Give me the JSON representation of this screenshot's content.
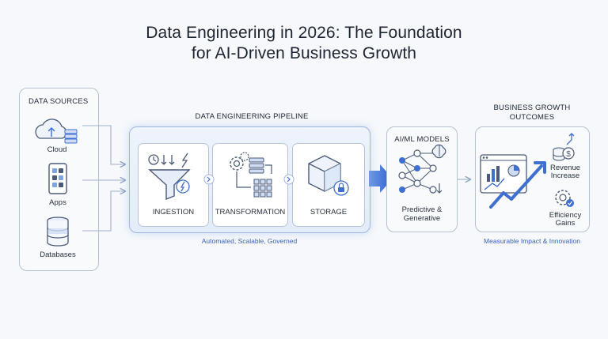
{
  "title": {
    "line1": "Data Engineering in 2026: The Foundation",
    "line2": "for AI-Driven Business Growth"
  },
  "sources": {
    "header": "DATA SOURCES",
    "items": [
      {
        "label": "Cloud",
        "icon": "cloud-server-icon"
      },
      {
        "label": "Apps",
        "icon": "mobile-apps-icon"
      },
      {
        "label": "Databases",
        "icon": "database-icon"
      }
    ]
  },
  "pipeline": {
    "header": "DATA ENGINEERING PIPELINE",
    "stages": [
      {
        "label": "INGESTION",
        "icon": "funnel-icon"
      },
      {
        "label": "TRANSFORMATION",
        "icon": "gears-grid-icon"
      },
      {
        "label": "STORAGE",
        "icon": "cube-lock-icon"
      }
    ],
    "caption": "Automated, Scalable, Governed"
  },
  "ai_models": {
    "header": "AI/ML MODELS",
    "line1": "Predictive &",
    "line2": "Generative",
    "icon": "neural-network-icon"
  },
  "outcomes": {
    "header_line1": "BUSINESS GROWTH",
    "header_line2": "OUTCOMES",
    "items": [
      {
        "line1": "Revenue",
        "line2": "Increase",
        "icon": "coins-dollar-icon"
      },
      {
        "line1": "Efficiency",
        "line2": "Gains",
        "icon": "gear-check-icon"
      }
    ],
    "caption": "Measurable Impact & Innovation",
    "dashboard_icon": "dashboard-chart-icon"
  },
  "colors": {
    "accent": "#3f6fd0",
    "outline": "#b9c1cc",
    "caption": "#3a63b8"
  }
}
